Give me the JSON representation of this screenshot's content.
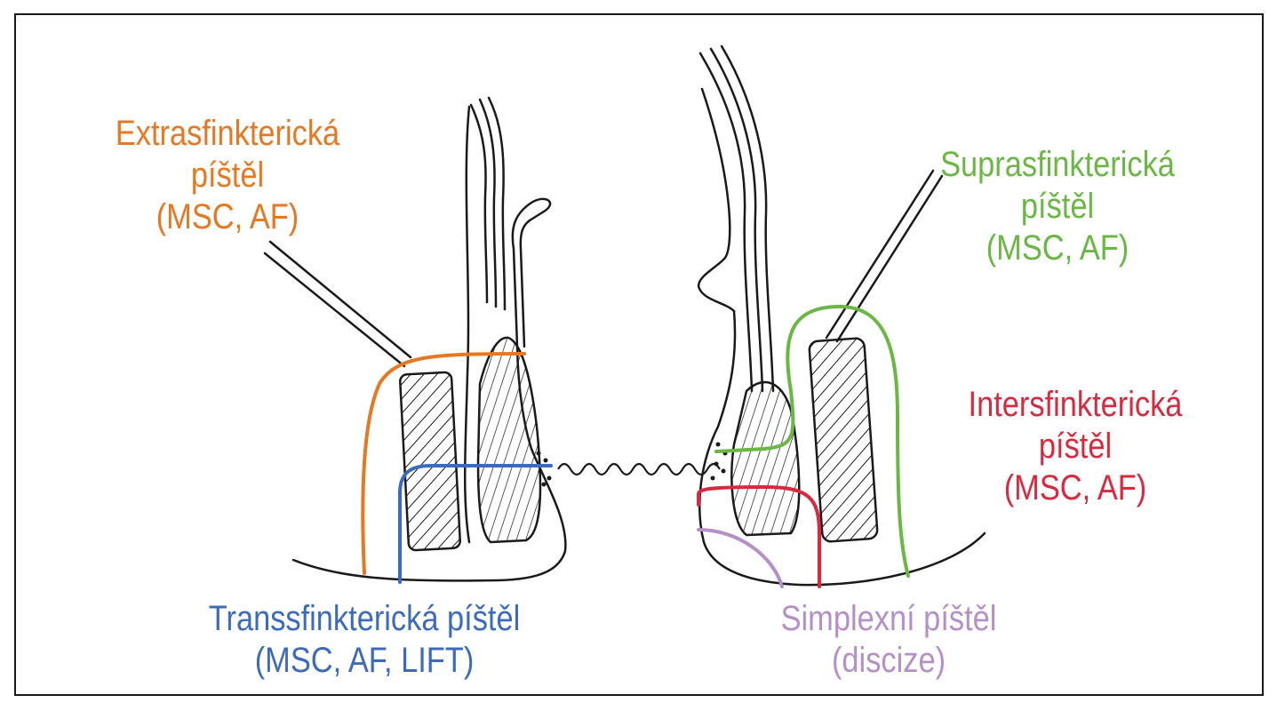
{
  "colors": {
    "extrasphincteric": "#e87722",
    "suprasphincteric": "#6ab743",
    "intersphincteric": "#d8293f",
    "transsphincteric": "#3c6bbd",
    "simplex": "#b58fc7",
    "anatomy": "#1a1a1a"
  },
  "labels": {
    "extrasphincteric": {
      "line1": "Extrasfinkterická",
      "line2": "píštěl",
      "line3": "(MSC, AF)"
    },
    "suprasphincteric": {
      "line1": "Suprasfinkterická",
      "line2": "píštěl",
      "line3": "(MSC, AF)"
    },
    "intersphincteric": {
      "line1": "Intersfinkterická",
      "line2": "píštěl",
      "line3": "(MSC, AF)"
    },
    "transsphincteric": {
      "line1": "Transsfinkterická píštěl",
      "line2": "(MSC, AF, LIFT)"
    },
    "simplex": {
      "line1": "Simplexní píštěl",
      "line2": "(discize)"
    }
  }
}
